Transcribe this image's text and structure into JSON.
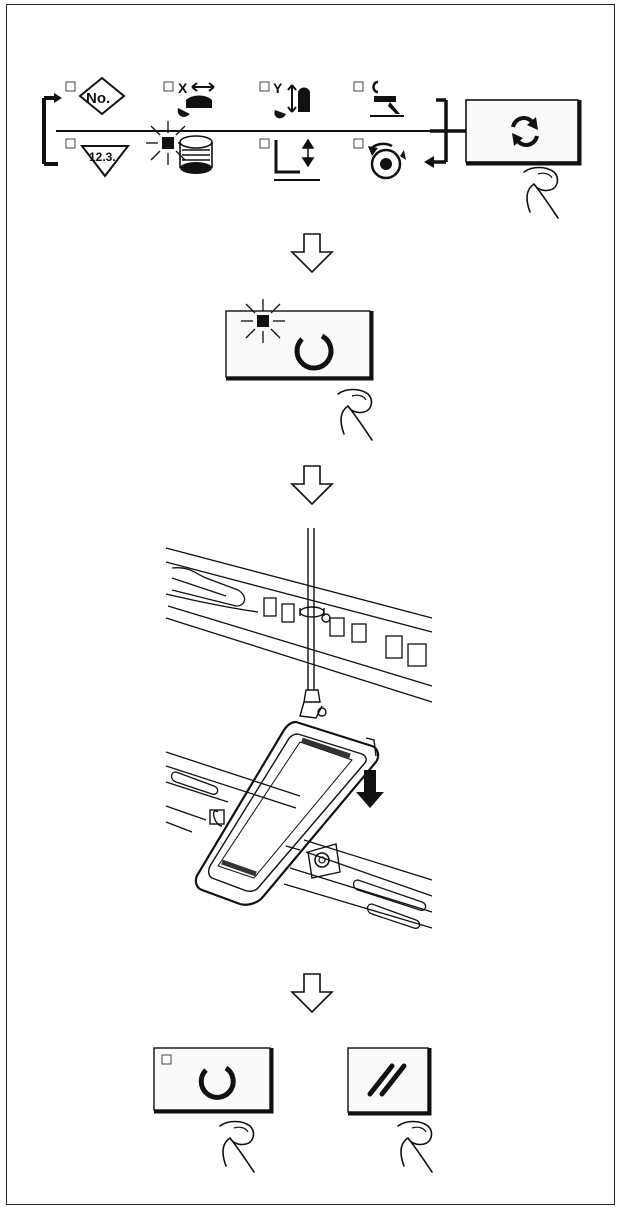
{
  "colors": {
    "ink": "#111111",
    "paper": "#ffffff",
    "panel_fill": "#fafafa"
  },
  "mode_selector": {
    "icons": [
      {
        "name": "no-diamond-icon",
        "text": "No."
      },
      {
        "name": "x-motion-icon",
        "text": "X"
      },
      {
        "name": "y-motion-icon",
        "text": "Y"
      },
      {
        "name": "operator-icon",
        "text": ""
      },
      {
        "name": "counter-triangle-icon",
        "text": "12.3."
      },
      {
        "name": "bobbin-thread-icon",
        "text": ""
      },
      {
        "name": "presser-updown-icon",
        "text": ""
      },
      {
        "name": "winding-icon",
        "text": ""
      }
    ],
    "blinking_icon": "bobbin-thread-icon",
    "button_icon": "cycle-arrows-icon"
  },
  "ready_button": {
    "icon": "ready-circle-icon",
    "led": "blinking"
  },
  "illustration": {
    "icon": "pedal-press-arrow-icon"
  },
  "final_buttons": [
    {
      "name": "ready-key",
      "icon": "ready-circle-icon",
      "led": "off"
    },
    {
      "name": "reset-key",
      "icon": "reset-slash-icon"
    }
  ]
}
